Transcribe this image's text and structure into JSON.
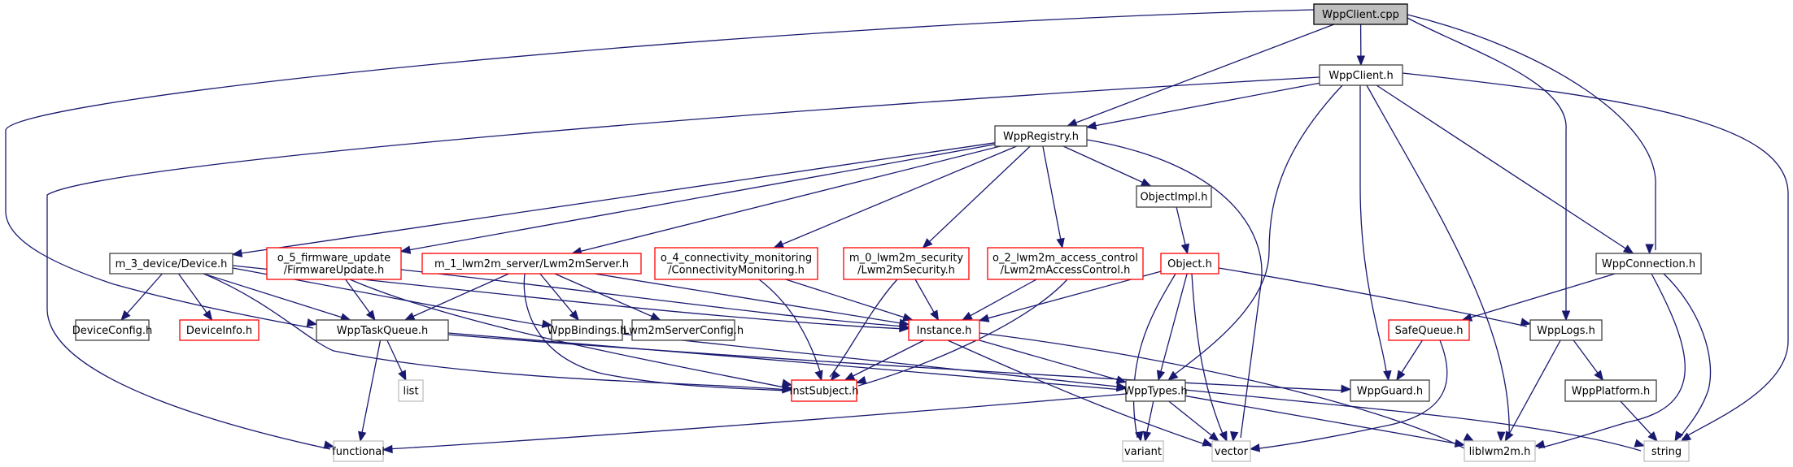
{
  "title": "WppClient.cpp include dependency graph",
  "colors": {
    "edge": "#191970",
    "node_border_normal": "#404040",
    "node_border_truncated": "#ff0000",
    "node_border_external": "#bfbfbf",
    "root_fill": "#bfbfbf",
    "node_fill": "#ffffff"
  },
  "nodes": [
    {
      "id": "wppclient_cpp",
      "label": [
        "WppClient.cpp"
      ],
      "kind": "root"
    },
    {
      "id": "wppclient_h",
      "label": [
        "WppClient.h"
      ],
      "kind": "normal"
    },
    {
      "id": "wppregistry_h",
      "label": [
        "WppRegistry.h"
      ],
      "kind": "normal"
    },
    {
      "id": "objectimpl_h",
      "label": [
        "ObjectImpl.h"
      ],
      "kind": "normal"
    },
    {
      "id": "device_h",
      "label": [
        "m_3_device/Device.h"
      ],
      "kind": "normal"
    },
    {
      "id": "firmwareupdate_h",
      "label": [
        "o_5_firmware_update",
        "/FirmwareUpdate.h"
      ],
      "kind": "truncated"
    },
    {
      "id": "lwm2mserver_h",
      "label": [
        "m_1_lwm2m_server/Lwm2mServer.h"
      ],
      "kind": "truncated"
    },
    {
      "id": "connectivitymonitoring_h",
      "label": [
        "o_4_connectivity_monitoring",
        "/ConnectivityMonitoring.h"
      ],
      "kind": "truncated"
    },
    {
      "id": "lwm2msecurity_h",
      "label": [
        "m_0_lwm2m_security",
        "/Lwm2mSecurity.h"
      ],
      "kind": "truncated"
    },
    {
      "id": "lwm2maccesscontrol_h",
      "label": [
        "o_2_lwm2m_access_control",
        "/Lwm2mAccessControl.h"
      ],
      "kind": "truncated"
    },
    {
      "id": "object_h",
      "label": [
        "Object.h"
      ],
      "kind": "truncated"
    },
    {
      "id": "wppconnection_h",
      "label": [
        "WppConnection.h"
      ],
      "kind": "normal"
    },
    {
      "id": "deviceconfig_h",
      "label": [
        "DeviceConfig.h"
      ],
      "kind": "normal"
    },
    {
      "id": "deviceinfo_h",
      "label": [
        "DeviceInfo.h"
      ],
      "kind": "truncated"
    },
    {
      "id": "wpptaskqueue_h",
      "label": [
        "WppTaskQueue.h"
      ],
      "kind": "normal"
    },
    {
      "id": "wppbindings_h",
      "label": [
        "WppBindings.h"
      ],
      "kind": "normal"
    },
    {
      "id": "lwm2mserverconfig_h",
      "label": [
        "Lwm2mServerConfig.h"
      ],
      "kind": "normal"
    },
    {
      "id": "instance_h",
      "label": [
        "Instance.h"
      ],
      "kind": "truncated"
    },
    {
      "id": "safequeue_h",
      "label": [
        "SafeQueue.h"
      ],
      "kind": "truncated"
    },
    {
      "id": "wpplogs_h",
      "label": [
        "WppLogs.h"
      ],
      "kind": "normal"
    },
    {
      "id": "list",
      "label": [
        "list"
      ],
      "kind": "external"
    },
    {
      "id": "instsubject_h",
      "label": [
        "InstSubject.h"
      ],
      "kind": "truncated"
    },
    {
      "id": "wpptypes_h",
      "label": [
        "WppTypes.h"
      ],
      "kind": "normal"
    },
    {
      "id": "wppguard_h",
      "label": [
        "WppGuard.h"
      ],
      "kind": "normal"
    },
    {
      "id": "wppplatform_h",
      "label": [
        "WppPlatform.h"
      ],
      "kind": "normal"
    },
    {
      "id": "functional",
      "label": [
        "functional"
      ],
      "kind": "external"
    },
    {
      "id": "variant",
      "label": [
        "variant"
      ],
      "kind": "external"
    },
    {
      "id": "vector",
      "label": [
        "vector"
      ],
      "kind": "external"
    },
    {
      "id": "liblwm2m_h",
      "label": [
        "liblwm2m.h"
      ],
      "kind": "external"
    },
    {
      "id": "string",
      "label": [
        "string"
      ],
      "kind": "external"
    }
  ],
  "edges": [
    [
      "wppclient_cpp",
      "wppclient_h"
    ],
    [
      "wppclient_cpp",
      "wppregistry_h"
    ],
    [
      "wppclient_cpp",
      "wpptaskqueue_h"
    ],
    [
      "wppclient_cpp",
      "wppconnection_h"
    ],
    [
      "wppclient_cpp",
      "wpplogs_h"
    ],
    [
      "wppclient_h",
      "wppregistry_h"
    ],
    [
      "wppclient_h",
      "functional"
    ],
    [
      "wppclient_h",
      "wppconnection_h"
    ],
    [
      "wppclient_h",
      "wpptypes_h"
    ],
    [
      "wppclient_h",
      "wppguard_h"
    ],
    [
      "wppclient_h",
      "liblwm2m_h"
    ],
    [
      "wppclient_h",
      "string"
    ],
    [
      "wppregistry_h",
      "device_h"
    ],
    [
      "wppregistry_h",
      "firmwareupdate_h"
    ],
    [
      "wppregistry_h",
      "lwm2mserver_h"
    ],
    [
      "wppregistry_h",
      "connectivitymonitoring_h"
    ],
    [
      "wppregistry_h",
      "lwm2msecurity_h"
    ],
    [
      "wppregistry_h",
      "lwm2maccesscontrol_h"
    ],
    [
      "wppregistry_h",
      "objectimpl_h"
    ],
    [
      "wppregistry_h",
      "vector"
    ],
    [
      "objectimpl_h",
      "object_h"
    ],
    [
      "device_h",
      "deviceconfig_h"
    ],
    [
      "device_h",
      "deviceinfo_h"
    ],
    [
      "device_h",
      "wpptaskqueue_h"
    ],
    [
      "device_h",
      "wppbindings_h"
    ],
    [
      "device_h",
      "instance_h"
    ],
    [
      "device_h",
      "instsubject_h"
    ],
    [
      "firmwareupdate_h",
      "wpptaskqueue_h"
    ],
    [
      "firmwareupdate_h",
      "instance_h"
    ],
    [
      "firmwareupdate_h",
      "instsubject_h"
    ],
    [
      "lwm2mserver_h",
      "wpptaskqueue_h"
    ],
    [
      "lwm2mserver_h",
      "wppbindings_h"
    ],
    [
      "lwm2mserver_h",
      "lwm2mserverconfig_h"
    ],
    [
      "lwm2mserver_h",
      "instance_h"
    ],
    [
      "lwm2mserver_h",
      "instsubject_h"
    ],
    [
      "connectivitymonitoring_h",
      "instance_h"
    ],
    [
      "connectivitymonitoring_h",
      "instsubject_h"
    ],
    [
      "lwm2msecurity_h",
      "instance_h"
    ],
    [
      "lwm2msecurity_h",
      "instsubject_h"
    ],
    [
      "lwm2maccesscontrol_h",
      "instance_h"
    ],
    [
      "lwm2maccesscontrol_h",
      "instsubject_h"
    ],
    [
      "object_h",
      "instance_h"
    ],
    [
      "object_h",
      "wpptypes_h"
    ],
    [
      "object_h",
      "variant"
    ],
    [
      "object_h",
      "vector"
    ],
    [
      "object_h",
      "wpplogs_h"
    ],
    [
      "wppconnection_h",
      "safequeue_h"
    ],
    [
      "wppconnection_h",
      "liblwm2m_h"
    ],
    [
      "wppconnection_h",
      "string"
    ],
    [
      "wpptaskqueue_h",
      "list"
    ],
    [
      "wpptaskqueue_h",
      "functional"
    ],
    [
      "wpptaskqueue_h",
      "wpptypes_h"
    ],
    [
      "wpptaskqueue_h",
      "wppguard_h"
    ],
    [
      "wppbindings_h",
      "wpptypes_h"
    ],
    [
      "instance_h",
      "instsubject_h"
    ],
    [
      "instance_h",
      "wpptypes_h"
    ],
    [
      "instance_h",
      "vector"
    ],
    [
      "instance_h",
      "liblwm2m_h"
    ],
    [
      "safequeue_h",
      "wppguard_h"
    ],
    [
      "safequeue_h",
      "vector"
    ],
    [
      "wpplogs_h",
      "wppplatform_h"
    ],
    [
      "wpplogs_h",
      "liblwm2m_h"
    ],
    [
      "wpptypes_h",
      "functional"
    ],
    [
      "wpptypes_h",
      "variant"
    ],
    [
      "wpptypes_h",
      "vector"
    ],
    [
      "wpptypes_h",
      "liblwm2m_h"
    ],
    [
      "wpptypes_h",
      "string"
    ],
    [
      "wppplatform_h",
      "string"
    ]
  ]
}
